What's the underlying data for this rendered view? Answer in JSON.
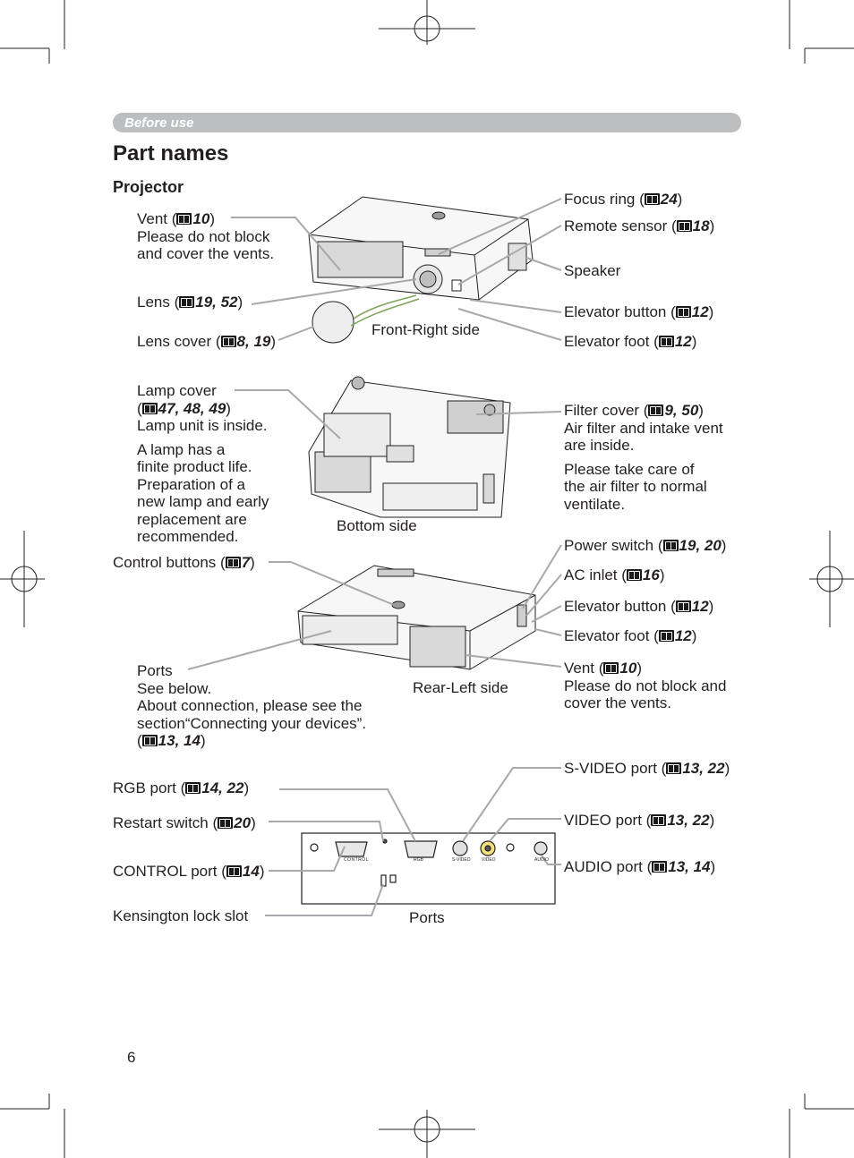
{
  "header": {
    "section": "Before use",
    "title": "Part names",
    "subtitle": "Projector"
  },
  "page_number": "6",
  "views": {
    "front_right": "Front-Right side",
    "bottom": "Bottom side",
    "rear_left": "Rear-Left side",
    "ports": "Ports"
  },
  "labels": {
    "vent_top": {
      "name": "Vent (",
      "ref": "10",
      "close": ")",
      "line2": "Please do not block",
      "line3": "and cover the vents."
    },
    "lens": {
      "name": "Lens (",
      "ref": "19, 52",
      "close": ")"
    },
    "lens_cover": {
      "name": "Lens cover (",
      "ref": "8, 19",
      "close": ")"
    },
    "focus_ring": {
      "name": "Focus ring (",
      "ref": "24",
      "close": ")"
    },
    "remote_sensor": {
      "name": "Remote sensor (",
      "ref": "18",
      "close": ")"
    },
    "speaker": {
      "name": "Speaker"
    },
    "elevator_button_1": {
      "name": "Elevator button (",
      "ref": "12",
      "close": ")"
    },
    "elevator_foot_1": {
      "name": "Elevator foot (",
      "ref": "12",
      "close": ")"
    },
    "lamp_cover": {
      "name": "Lamp cover",
      "open": "(",
      "ref": "47, 48, 49",
      "close": ")",
      "line3": "Lamp unit is inside.",
      "note": [
        "A lamp has a",
        "finite product life.",
        "Preparation of a",
        "new lamp and early",
        "replacement are",
        "recommended."
      ]
    },
    "filter_cover": {
      "name": "Filter cover (",
      "ref": "9, 50",
      "close": ")",
      "lines": [
        "Air filter and intake vent",
        "are inside."
      ],
      "note": [
        "Please take care of",
        "the air filter to normal",
        "ventilate."
      ]
    },
    "control_buttons": {
      "name": "Control buttons (",
      "ref": "7",
      "close": ")"
    },
    "power_switch": {
      "name": "Power switch (",
      "ref": "19, 20",
      "close": ")"
    },
    "ac_inlet": {
      "name": "AC inlet (",
      "ref": "16",
      "close": ")"
    },
    "elevator_button_2": {
      "name": "Elevator button (",
      "ref": "12",
      "close": ")"
    },
    "elevator_foot_2": {
      "name": "Elevator foot (",
      "ref": "12",
      "close": ")"
    },
    "vent_rear": {
      "name": "Vent (",
      "ref": "10",
      "close": ")",
      "line2": "Please do not block and",
      "line3": "cover the vents."
    },
    "ports": {
      "name": "Ports",
      "line2": "See below.",
      "line3": "About connection, please see the",
      "line4": "section“Connecting your devices”.",
      "open": "(",
      "ref": "13, 14",
      "close": ")"
    },
    "rgb_port": {
      "name": "RGB port (",
      "ref": "14, 22",
      "close": ")"
    },
    "restart_switch": {
      "name": "Restart switch (",
      "ref": "20",
      "close": ")"
    },
    "control_port": {
      "name": "CONTROL port (",
      "ref": "14",
      "close": ")"
    },
    "kensington": {
      "name": "Kensington lock slot"
    },
    "svideo_port": {
      "name": "S-VIDEO port (",
      "ref": "13, 22",
      "close": ")"
    },
    "video_port": {
      "name": "VIDEO port (",
      "ref": "13, 22",
      "close": ")"
    },
    "audio_port": {
      "name": "AUDIO port (",
      "ref": "13, 14",
      "close": ")"
    }
  },
  "panel_text": {
    "control": "CONTROL",
    "rgb": "RGB",
    "svideo": "S-VIDEO",
    "video": "VIDEO",
    "audio": "AUDIO"
  },
  "colors": {
    "section_bar": "#bcbec0",
    "leader_line": "#a7a9ac",
    "text": "#231f20"
  }
}
